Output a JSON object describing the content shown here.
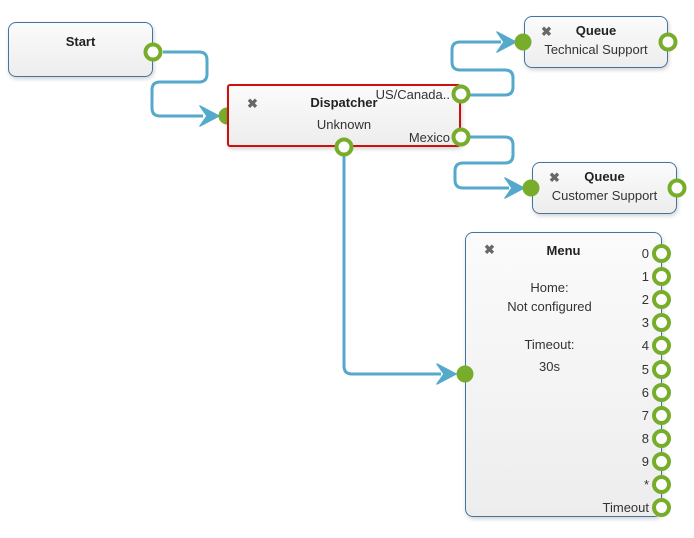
{
  "colors": {
    "port_green": "#77ad2b",
    "connector_blue": "#55a9cb",
    "node_border": "#44739e",
    "selected_red": "#cc1111",
    "title_color": "#222222",
    "text_color": "#333333",
    "close_color": "#686868"
  },
  "icons": {
    "delete": "✖"
  },
  "nodes": {
    "start": {
      "title": "Start"
    },
    "dispatcher": {
      "title": "Dispatcher",
      "subtitle": "Unknown",
      "outputs": [
        "US/Canada..",
        "Mexico"
      ],
      "selected": true
    },
    "queue_technical": {
      "title": "Queue",
      "subtitle": "Technical Support"
    },
    "queue_customer": {
      "title": "Queue",
      "subtitle": "Customer Support"
    },
    "menu": {
      "title": "Menu",
      "fields": [
        {
          "label": "Home:",
          "value": "Not configured"
        },
        {
          "label": "Timeout:",
          "value": "30s"
        }
      ],
      "ports": [
        "0",
        "1",
        "2",
        "3",
        "4",
        "5",
        "6",
        "7",
        "8",
        "9",
        "*",
        "Timeout"
      ]
    }
  },
  "connections": [
    {
      "from": "start.output",
      "to": "dispatcher.input"
    },
    {
      "from": "dispatcher.us_canada",
      "to": "queue_technical.input"
    },
    {
      "from": "dispatcher.mexico",
      "to": "queue_customer.input"
    },
    {
      "from": "dispatcher.bottom",
      "to": "menu.input"
    }
  ]
}
